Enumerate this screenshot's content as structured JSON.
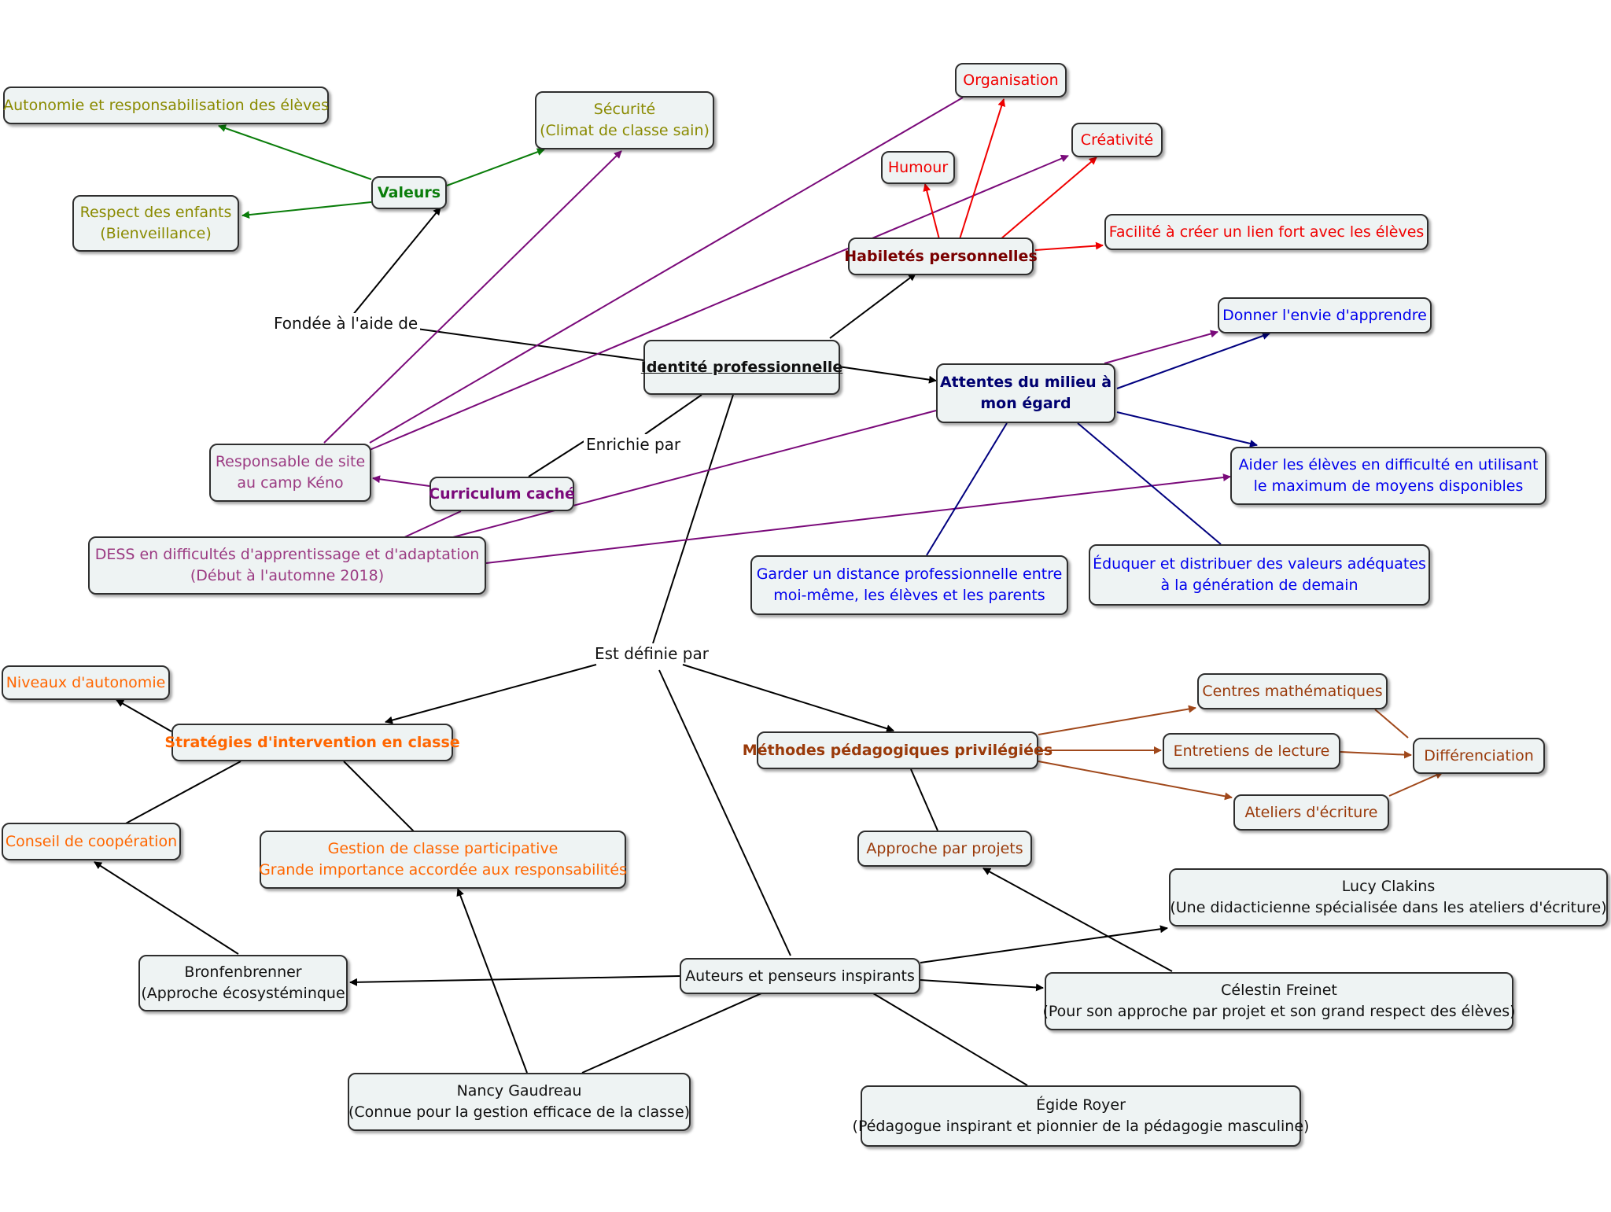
{
  "colors": {
    "black": "#000000",
    "green": "#0a7d0a",
    "olive": "#8a8a00",
    "purple": "#7a0a7a",
    "magenta": "#9b3a82",
    "red": "#f00000",
    "darkred": "#7a0000",
    "darkblue": "#000070",
    "blue": "#0000ee",
    "navy": "#00007f",
    "orange": "#ff6600",
    "brown": "#9a3a0a",
    "brownline": "#a0481b"
  },
  "nodes": {
    "identite": [
      "Identité professionnelle"
    ],
    "valeurs": [
      "Valeurs"
    ],
    "autonomie_resp": [
      "Autonomie et responsabilisation des élèves"
    ],
    "securite": [
      "Sécurité",
      "(Climat de classe sain)"
    ],
    "respect": [
      "Respect des enfants",
      "(Bienveillance)"
    ],
    "organisation": [
      "Organisation"
    ],
    "creativite": [
      "Créativité"
    ],
    "humour": [
      "Humour"
    ],
    "habiletes": [
      "Habiletés personnelles"
    ],
    "facilite": [
      "Facilité à créer un lien fort avec les élèves"
    ],
    "donner_envie": [
      "Donner l'envie d'apprendre"
    ],
    "attentes": [
      "Attentes du milieu à",
      "mon égard"
    ],
    "aider": [
      "Aider les élèves en difficulté en utilisant",
      "le maximum de moyens disponibles"
    ],
    "responsable": [
      "Responsable de site",
      "au camp Kéno"
    ],
    "curriculum": [
      "Curriculum caché"
    ],
    "dess": [
      "DESS en difficultés d'apprentissage et d'adaptation",
      "(Début à l'automne 2018)"
    ],
    "garder": [
      "Garder un distance professionnelle entre",
      "moi-même, les élèves et les parents"
    ],
    "eduquer": [
      "Éduquer et distribuer des valeurs adéquates",
      "à la génération de demain"
    ],
    "niveaux": [
      "Niveaux d'autonomie"
    ],
    "strategies": [
      "Stratégies d'intervention en classe"
    ],
    "conseil": [
      "Conseil de coopération"
    ],
    "gestion": [
      "Gestion de classe participative",
      "Grande importance accordée aux responsabilités"
    ],
    "centres": [
      "Centres mathématiques"
    ],
    "methodes": [
      "Méthodes pédagogiques privilégiées"
    ],
    "entretiens": [
      "Entretiens de lecture"
    ],
    "differenciation": [
      "Différenciation"
    ],
    "ateliers": [
      "Ateliers d'écriture"
    ],
    "approche": [
      "Approche par projets"
    ],
    "lucy": [
      "Lucy Clakins",
      "(Une didacticienne spécialisée dans les ateliers d'écriture)"
    ],
    "bronfenbrenner": [
      "Bronfenbrenner",
      "(Approche écosystéminque"
    ],
    "auteurs": [
      "Auteurs et penseurs inspirants"
    ],
    "freinet": [
      "Célestin Freinet",
      "(Pour son approche par projet et son grand respect des élèves)"
    ],
    "gaudreau": [
      "Nancy Gaudreau",
      "(Connue pour la gestion efficace de la classe)"
    ],
    "royer": [
      "Égide Royer",
      "(Pédagogue inspirant et pionnier de la pédagogie masculine)"
    ]
  },
  "labels": {
    "fondee": "Fondée à l'aide de",
    "enrichie": "Enrichie par",
    "definie": "Est définie par"
  }
}
